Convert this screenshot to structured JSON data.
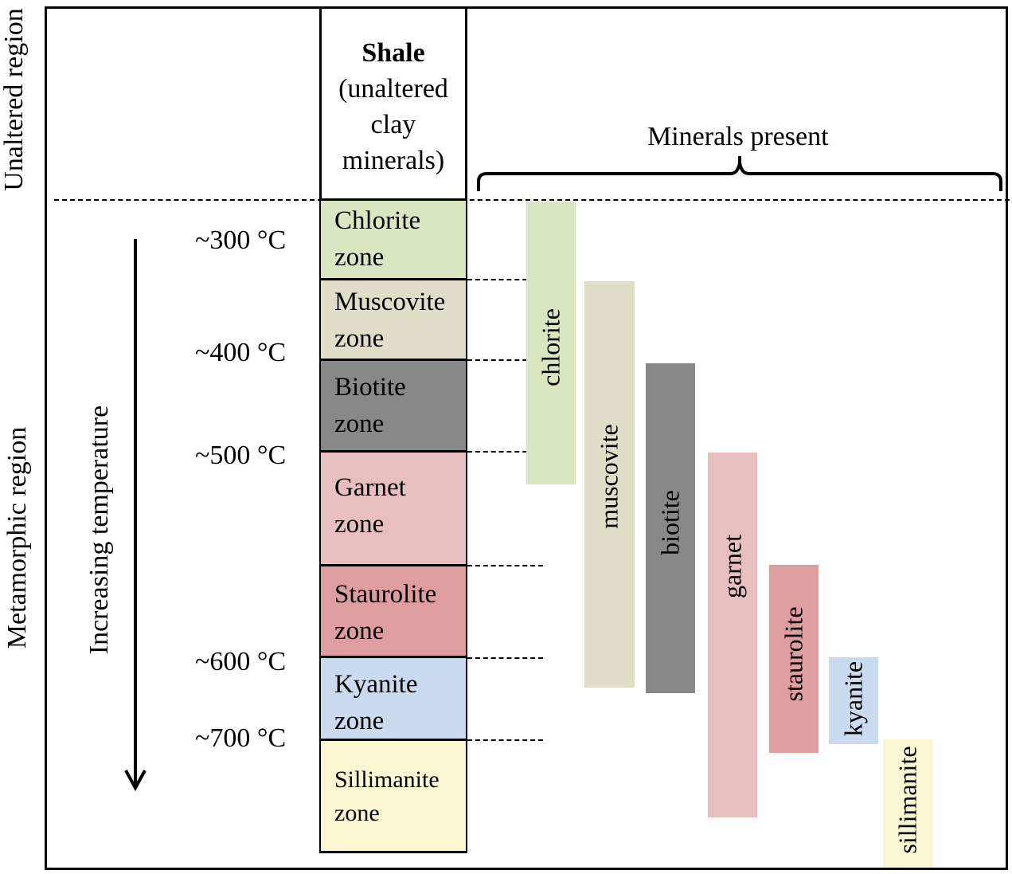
{
  "side_labels": {
    "unaltered": "Unaltered region",
    "metamorphic": "Metamorphic  region",
    "arrow": "Increasing temperature"
  },
  "column": {
    "header_bold": "Shale",
    "header_rest": [
      "(unaltered",
      "clay",
      "minerals)"
    ]
  },
  "minerals_present": "Minerals present",
  "temperatures": [
    "~300 °C",
    "~400 °C",
    "~500 °C",
    "~600 °C",
    "~700 °C"
  ],
  "zones": [
    {
      "line1": "Chlorite",
      "line2": "zone",
      "color": "#d9e6c2"
    },
    {
      "line1": "Muscovite",
      "line2": "zone",
      "color": "#e2ddc9"
    },
    {
      "line1": "Biotite",
      "line2": "zone",
      "color": "#888888"
    },
    {
      "line1": "Garnet",
      "line2": "zone",
      "color": "#e7bfc0"
    },
    {
      "line1": "Staurolite",
      "line2": "zone",
      "color": "#de9d9e"
    },
    {
      "line1": "Kyanite",
      "line2": "zone",
      "color": "#cadaef"
    },
    {
      "line1": "Sillimanite",
      "line2": "zone",
      "color": "#fbf6d2"
    }
  ],
  "mineral_bars": [
    {
      "name": "chlorite",
      "color": "#d9e6c2"
    },
    {
      "name": "muscovite",
      "color": "#e2ddc9"
    },
    {
      "name": "biotite",
      "color": "#888888"
    },
    {
      "name": "garnet",
      "color": "#e7bfc0"
    },
    {
      "name": "staurolite",
      "color": "#de9d9e"
    },
    {
      "name": "kyanite",
      "color": "#cadaef"
    },
    {
      "name": "sillimanite",
      "color": "#fbf6d2"
    }
  ]
}
